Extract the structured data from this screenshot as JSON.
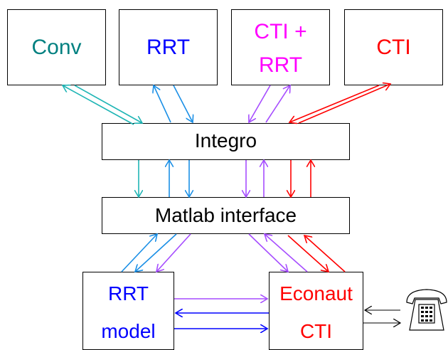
{
  "boxes": {
    "conv": {
      "label": "Conv",
      "color": "#008080"
    },
    "rrt": {
      "label": "RRT",
      "color": "#0000ff"
    },
    "cti_rrt": {
      "line1": "CTI +",
      "line2": "RRT",
      "color": "#ff00ff"
    },
    "cti": {
      "label": "CTI",
      "color": "#ff0000"
    },
    "integro": {
      "label": "Integro",
      "color": "#000000"
    },
    "matlab": {
      "label": "Matlab interface",
      "color": "#000000"
    },
    "rrt_model": {
      "line1": "RRT",
      "line2": "model",
      "color": "#0000ff"
    },
    "econaut": {
      "line1": "Econaut",
      "line2": "CTI",
      "color": "#ff0000"
    }
  },
  "icons": {
    "phone": "telephone-icon"
  },
  "colors": {
    "teal": "#1fb5b5",
    "blue": "#1a8fe6",
    "purple": "#a64dff",
    "red": "#ff0000",
    "navy": "#0000ff",
    "black": "#000000"
  }
}
